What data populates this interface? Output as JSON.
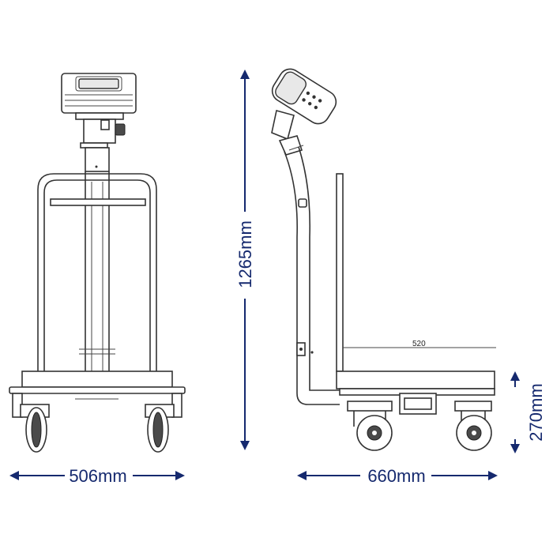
{
  "dimensions": {
    "width_front": "506mm",
    "height": "1265mm",
    "length_side": "660mm",
    "platform_height": "270mm",
    "platform_length": "520"
  },
  "colors": {
    "dimension": "#15296e",
    "line": "#333333"
  }
}
